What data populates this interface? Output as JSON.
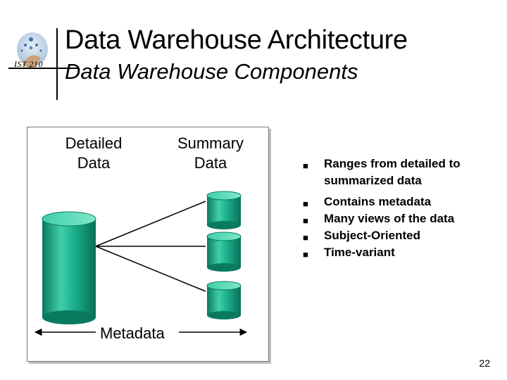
{
  "slide": {
    "title": "Data Warehouse Architecture",
    "subtitle": "Data Warehouse Components",
    "logo_text": "IST 210",
    "page_number": "22"
  },
  "diagram": {
    "detailed_label": "Detailed\nData",
    "summary_label": "Summary\nData",
    "metadata_label": "Metadata",
    "cylinder_color": "#1aae8c",
    "cylinder_dark": "#0a7a5f",
    "cylinder_light": "#5fe0bd"
  },
  "bullets": [
    "Ranges from detailed to summarized data",
    "Contains metadata",
    "Many views of the data",
    "Subject-Oriented",
    "Time-variant"
  ],
  "bullet_marker": "■"
}
